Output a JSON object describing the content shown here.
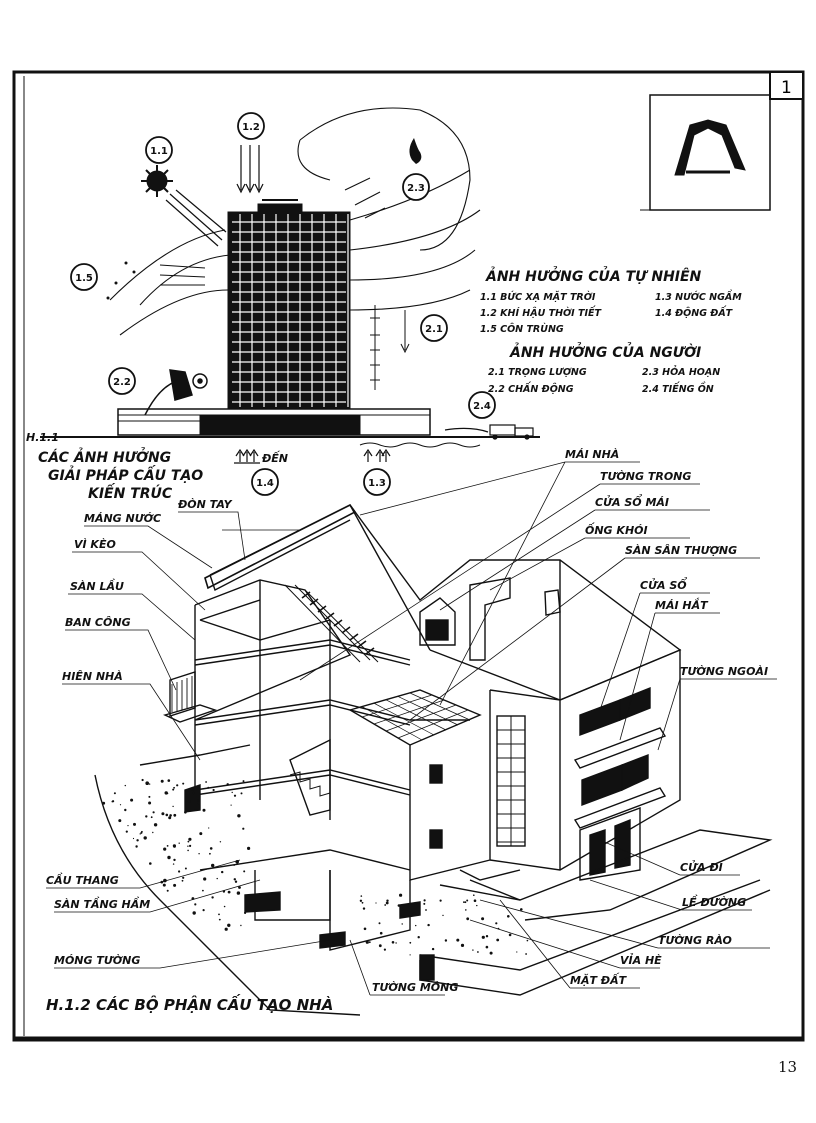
{
  "sheet_number": "1",
  "page_number": "13",
  "fig1": {
    "tag": "H.1.1",
    "caption": [
      "CÁC ẢNH HƯỞNG",
      "GIẢI PHÁP CẤU TẠO",
      "KIẾN TRÚC"
    ],
    "marker_1_1": "1.1",
    "marker_1_2": "1.2",
    "marker_1_3": "1.3",
    "marker_1_4": "1.4",
    "marker_1_5": "1.5",
    "marker_2_1": "2.1",
    "marker_2_2": "2.2",
    "marker_2_3": "2.3",
    "marker_2_4": "2.4",
    "arrow_label": "ĐẾN"
  },
  "legend": {
    "nature_title": "ẢNH HƯỞNG CỦA TỰ NHIÊN",
    "nature_items": [
      "1.1 BỨC XẠ MẶT TRỜI",
      "1.3 NƯỚC NGẦM",
      "1.2 KHÍ HẬU THỜI TIẾT",
      "1.4 ĐỘNG ĐẤT",
      "1.5 CÔN TRÙNG"
    ],
    "human_title": "ẢNH HƯỞNG CỦA NGƯỜI",
    "human_items": [
      "2.1 TRỌNG LƯỢNG",
      "2.3 HỎA HOẠN",
      "2.2 CHẤN ĐỘNG",
      "2.4 TIẾNG ỒN"
    ]
  },
  "fig2": {
    "caption": "H.1.2 CÁC BỘ PHẬN CẤU TẠO NHÀ",
    "labels_left": {
      "don_tay": "ĐÒN TAY",
      "mang_nuoc": "MÁNG NƯỚC",
      "vi_keo": "VÌ KÈO",
      "san_lau": "SÀN LẦU",
      "ban_cong": "BAN CÔNG",
      "hien_nha": "HIÊN NHÀ",
      "cau_thang": "CẦU THANG",
      "san_tang_ham": "SÀN TẦNG HẦM",
      "mong_tuong": "MÓNG TƯỜNG"
    },
    "labels_right": {
      "mai_nha": "MÁI NHÀ",
      "tuong_trong": "TƯỜNG TRONG",
      "cua_so_mai": "CỬA SỔ MÁI",
      "ong_khoi": "ỐNG KHÓI",
      "san_thuong": "SÀN SÂN THƯỢNG",
      "cua_so": "CỬA SỔ",
      "mai_hat": "MÁI HẮT",
      "tuong_ngoai": "TƯỜNG NGOÀI",
      "cua_di": "CỬA ĐI",
      "le_duong": "LỀ ĐƯỜNG",
      "tuong_rao": "TƯỜNG RÀO",
      "via_he": "VỈA HÈ",
      "mat_dat": "MẶT ĐẤT",
      "tuong_mong": "TƯỜNG MÓNG"
    }
  }
}
